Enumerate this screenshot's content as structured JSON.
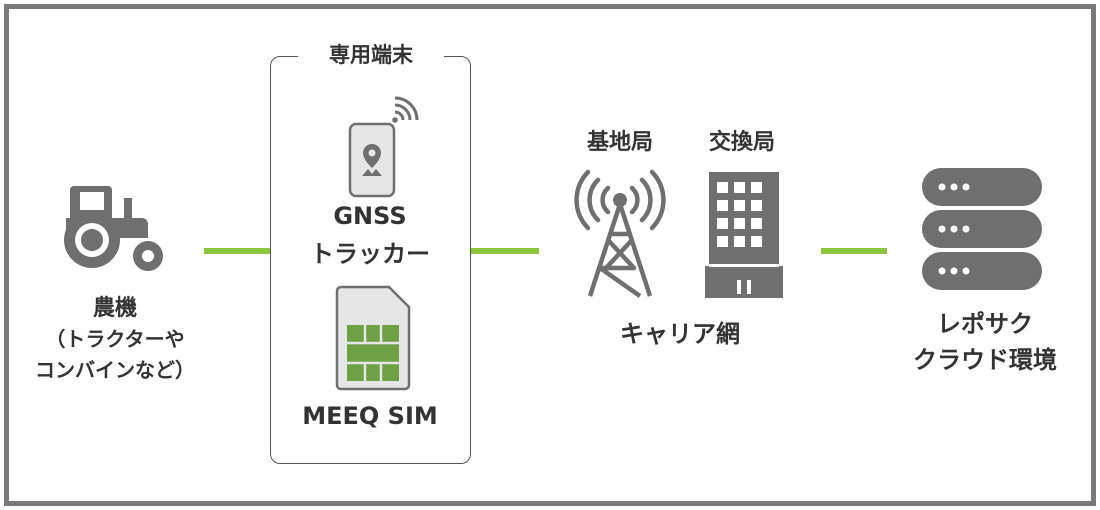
{
  "colors": {
    "icon_gray": "#6f6f6f",
    "connector_green": "#8cc63f",
    "sim_chip": "#6ea045",
    "frame": "#7a7a7a",
    "text": "#333333"
  },
  "device_box": {
    "title": "専用端末"
  },
  "farm_machine": {
    "icon": "tractor-icon",
    "label_line1": "農機",
    "label_line2": "（トラクターや",
    "label_line3": "コンバインなど）"
  },
  "tracker": {
    "icon": "gnss-tracker-icon",
    "label_line1": "GNSS",
    "label_line2": "トラッカー"
  },
  "sim": {
    "icon": "sim-card-icon",
    "label": "MEEQ SIM"
  },
  "base_station": {
    "icon": "cell-tower-icon",
    "label": "基地局"
  },
  "exchange": {
    "icon": "building-icon",
    "label": "交換局"
  },
  "carrier": {
    "label": "キャリア網"
  },
  "cloud": {
    "icon": "server-stack-icon",
    "label_line1": "レポサク",
    "label_line2": "クラウド環境"
  }
}
